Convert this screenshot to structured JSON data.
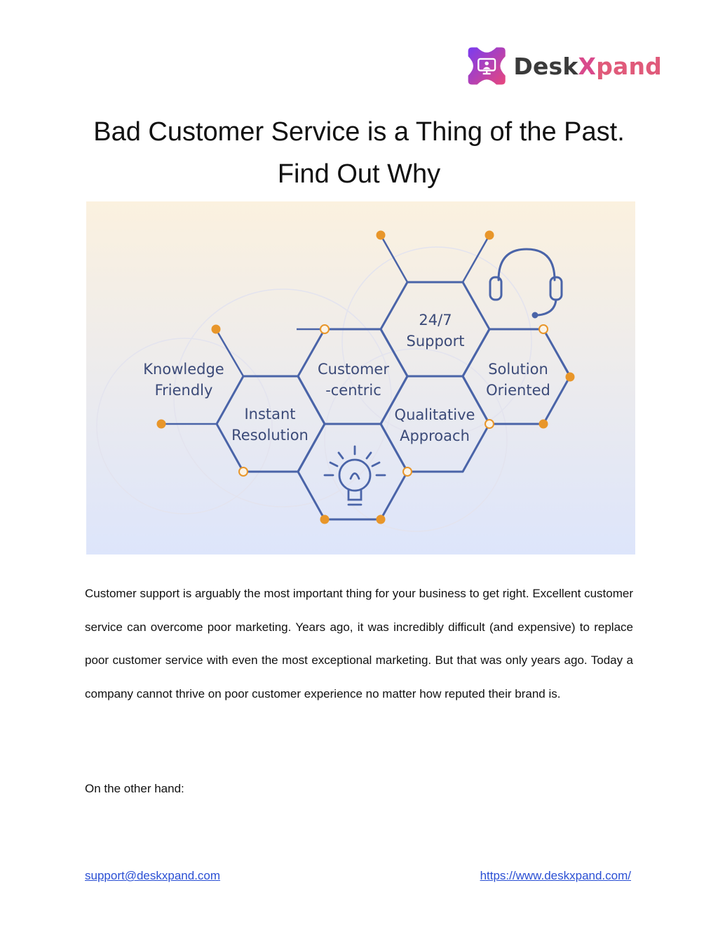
{
  "brand": {
    "name_part1": "Desk",
    "name_part2": "X",
    "name_part3": "pand",
    "colors": {
      "dark": "#3a3a3a",
      "accent1": "#d94a8c",
      "accent2": "#e05a7a",
      "mark_purple": "#7a3cf0",
      "mark_pink": "#e8467c"
    },
    "icon": "monitor-user-icon"
  },
  "document": {
    "title_line1": "Bad Customer Service is a Thing of the Past.",
    "title_line2": "Find Out Why",
    "paragraph1": "Customer support is arguably the most important thing for your business to get right. Excellent customer service can overcome poor marketing. Years ago, it was incredibly difficult (and expensive) to replace poor customer service with even the most exceptional marketing. But that was only years ago. Today a company cannot thrive on poor customer experience no matter how reputed their brand is.",
    "paragraph2": "On the other hand:"
  },
  "hero": {
    "labels": {
      "support_l1": "24/7",
      "support_l2": "Support",
      "knowledge_l1": "Knowledge",
      "knowledge_l2": "Friendly",
      "customer_l1": "Customer",
      "customer_l2": "-centric",
      "solution_l1": "Solution",
      "solution_l2": "Oriented",
      "instant_l1": "Instant",
      "instant_l2": "Resolution",
      "qualitative_l1": "Qualitative",
      "qualitative_l2": "Approach"
    },
    "icons": [
      "headset-icon",
      "lightbulb-icon"
    ],
    "colors": {
      "line": "#4a64a8",
      "dot": "#e8962a",
      "bg_top": "#fbf1df",
      "bg_bottom": "#dfe6fb"
    }
  },
  "footer": {
    "email": "support@deskxpand.com",
    "website": "https://www.deskxpand.com/"
  }
}
